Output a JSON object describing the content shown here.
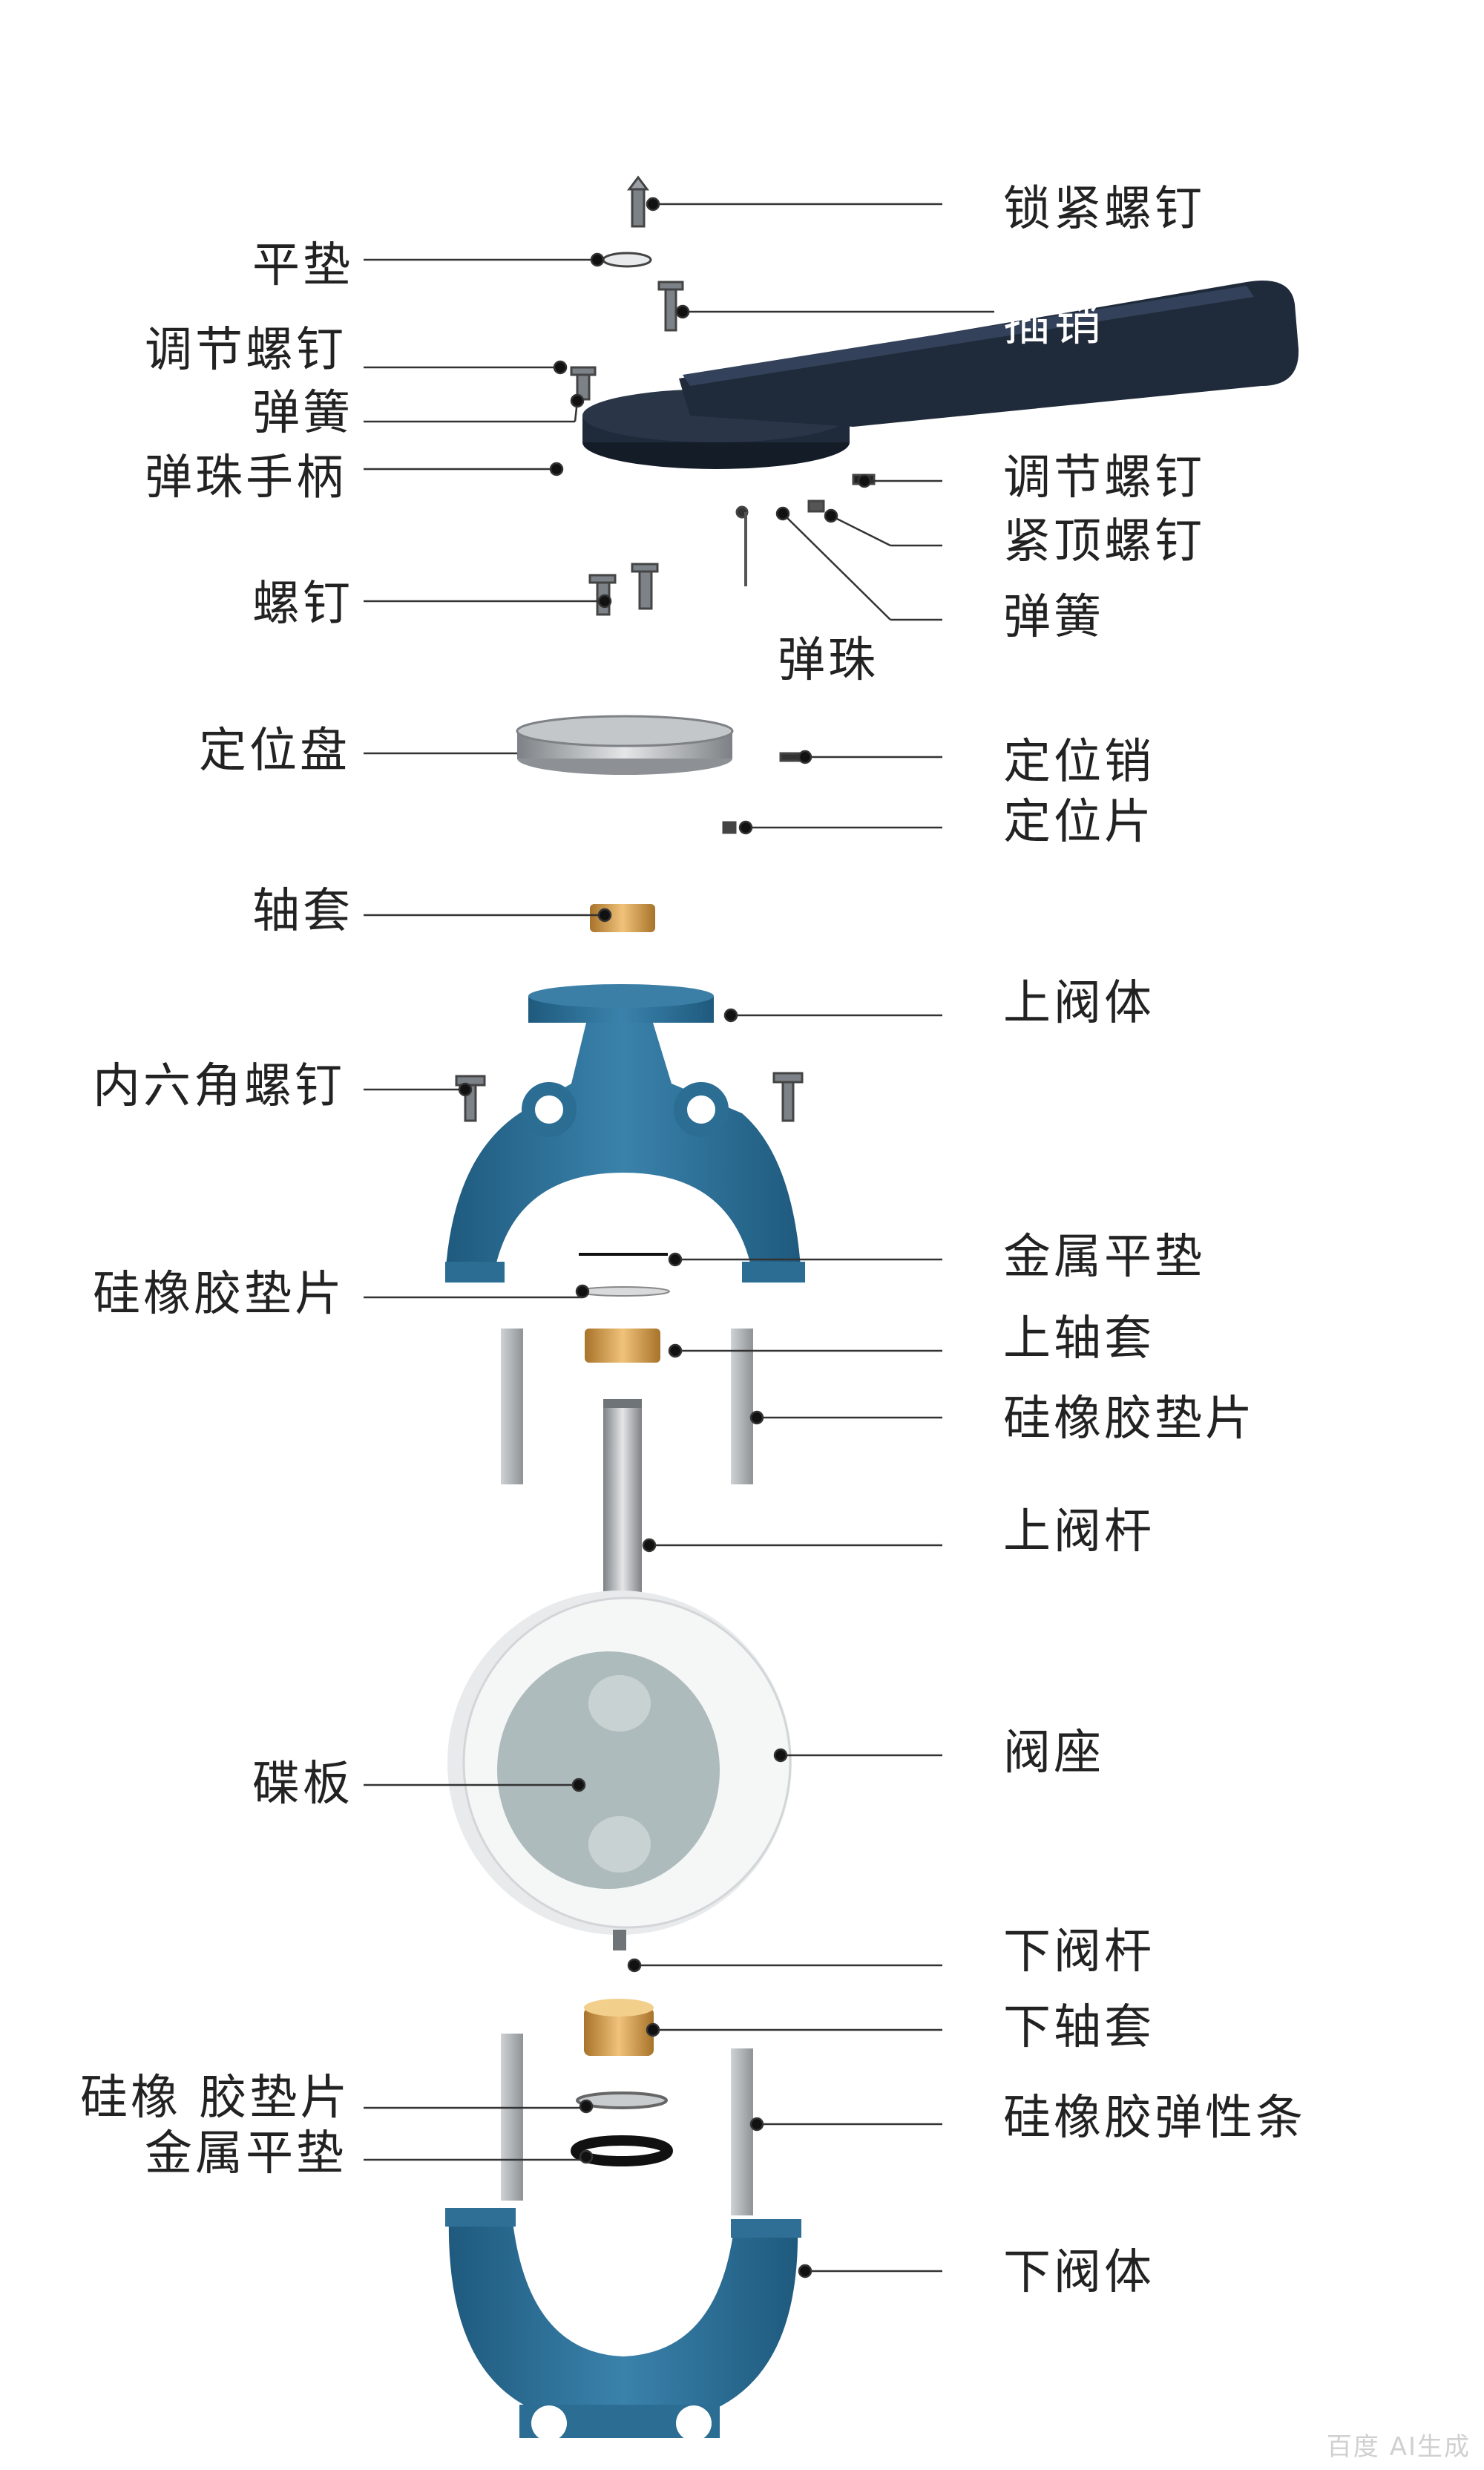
{
  "diagram": {
    "left_labels": [
      "平垫",
      "调节螺钉",
      "弹簧",
      "弹珠手柄",
      "螺钉",
      "定位盘",
      "轴套",
      "内六角螺钉",
      "硅橡胶垫片",
      "碟板",
      "硅橡 胶垫片",
      "金属平垫"
    ],
    "right_labels": [
      "锁紧螺钉",
      "插销",
      "调节螺钉",
      "紧顶螺钉",
      "弹簧",
      "定位销",
      "定位片",
      "上阀体",
      "金属平垫",
      "上轴套",
      "硅橡胶垫片",
      "上阀杆",
      "阀座",
      "下阀杆",
      "下轴套",
      "硅橡胶弹性条",
      "下阀体"
    ],
    "center_labels": [
      "弹珠"
    ],
    "colors": {
      "body_blue": "#2f6f95",
      "handle_dark": "#1f2a3a",
      "brass": "#c8913a",
      "seat_white": "#eef0f0",
      "disc_gray": "#b9c4c6",
      "leader": "#333333"
    }
  },
  "watermark": "百度 AI生成"
}
